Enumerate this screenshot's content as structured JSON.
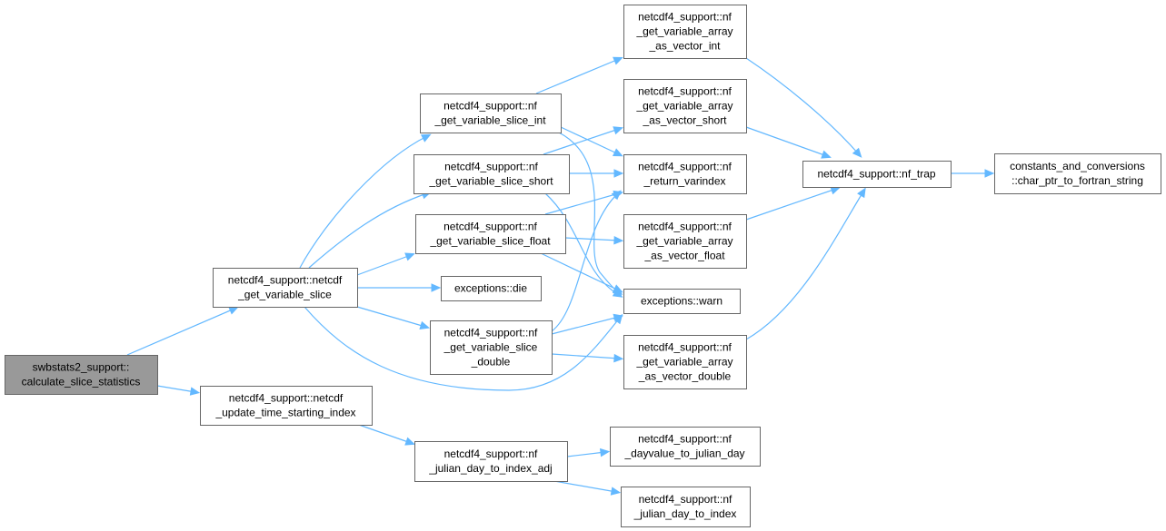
{
  "graph": {
    "colors": {
      "edge": "#63b8ff",
      "node_border": "#666666",
      "root_fill": "#999999",
      "node_fill": "#ffffff"
    },
    "nodes": [
      {
        "id": "n0",
        "root": true,
        "lines": [
          "swbstats2_support::",
          "calculate_slice_statistics"
        ]
      },
      {
        "id": "n1",
        "lines": [
          "netcdf4_support::netcdf",
          "_get_variable_slice"
        ]
      },
      {
        "id": "n2",
        "lines": [
          "netcdf4_support::netcdf",
          "_update_time_starting_index"
        ]
      },
      {
        "id": "n3",
        "lines": [
          "netcdf4_support::nf",
          "_get_variable_slice_int"
        ]
      },
      {
        "id": "n4",
        "lines": [
          "netcdf4_support::nf",
          "_get_variable_slice_short"
        ]
      },
      {
        "id": "n5",
        "lines": [
          "netcdf4_support::nf",
          "_get_variable_slice_float"
        ]
      },
      {
        "id": "n6",
        "lines": [
          "exceptions::die"
        ]
      },
      {
        "id": "n7",
        "lines": [
          "netcdf4_support::nf",
          "_get_variable_slice",
          "_double"
        ]
      },
      {
        "id": "n8",
        "lines": [
          "netcdf4_support::nf",
          "_julian_day_to_index_adj"
        ]
      },
      {
        "id": "n9",
        "lines": [
          "netcdf4_support::nf",
          "_get_variable_array",
          "_as_vector_int"
        ]
      },
      {
        "id": "n10",
        "lines": [
          "netcdf4_support::nf",
          "_get_variable_array",
          "_as_vector_short"
        ]
      },
      {
        "id": "n11",
        "lines": [
          "netcdf4_support::nf",
          "_return_varindex"
        ]
      },
      {
        "id": "n12",
        "lines": [
          "netcdf4_support::nf",
          "_get_variable_array",
          "_as_vector_float"
        ]
      },
      {
        "id": "n13",
        "lines": [
          "exceptions::warn"
        ]
      },
      {
        "id": "n14",
        "lines": [
          "netcdf4_support::nf",
          "_get_variable_array",
          "_as_vector_double"
        ]
      },
      {
        "id": "n15",
        "lines": [
          "netcdf4_support::nf",
          "_dayvalue_to_julian_day"
        ]
      },
      {
        "id": "n16",
        "lines": [
          "netcdf4_support::nf",
          "_julian_day_to_index"
        ]
      },
      {
        "id": "n17",
        "lines": [
          "netcdf4_support::nf_trap"
        ]
      },
      {
        "id": "n18",
        "lines": [
          "constants_and_conversions",
          "::char_ptr_to_fortran_string"
        ]
      }
    ],
    "edges": [
      [
        "n0",
        "n1"
      ],
      [
        "n0",
        "n2"
      ],
      [
        "n1",
        "n3"
      ],
      [
        "n1",
        "n4"
      ],
      [
        "n1",
        "n5"
      ],
      [
        "n1",
        "n6"
      ],
      [
        "n1",
        "n7"
      ],
      [
        "n1",
        "n13"
      ],
      [
        "n2",
        "n8"
      ],
      [
        "n3",
        "n9"
      ],
      [
        "n3",
        "n11"
      ],
      [
        "n3",
        "n13"
      ],
      [
        "n4",
        "n10"
      ],
      [
        "n4",
        "n11"
      ],
      [
        "n4",
        "n13"
      ],
      [
        "n5",
        "n11"
      ],
      [
        "n5",
        "n12"
      ],
      [
        "n5",
        "n13"
      ],
      [
        "n7",
        "n11"
      ],
      [
        "n7",
        "n13"
      ],
      [
        "n7",
        "n14"
      ],
      [
        "n8",
        "n15"
      ],
      [
        "n8",
        "n16"
      ],
      [
        "n9",
        "n17"
      ],
      [
        "n10",
        "n17"
      ],
      [
        "n12",
        "n17"
      ],
      [
        "n14",
        "n17"
      ],
      [
        "n17",
        "n18"
      ]
    ]
  }
}
